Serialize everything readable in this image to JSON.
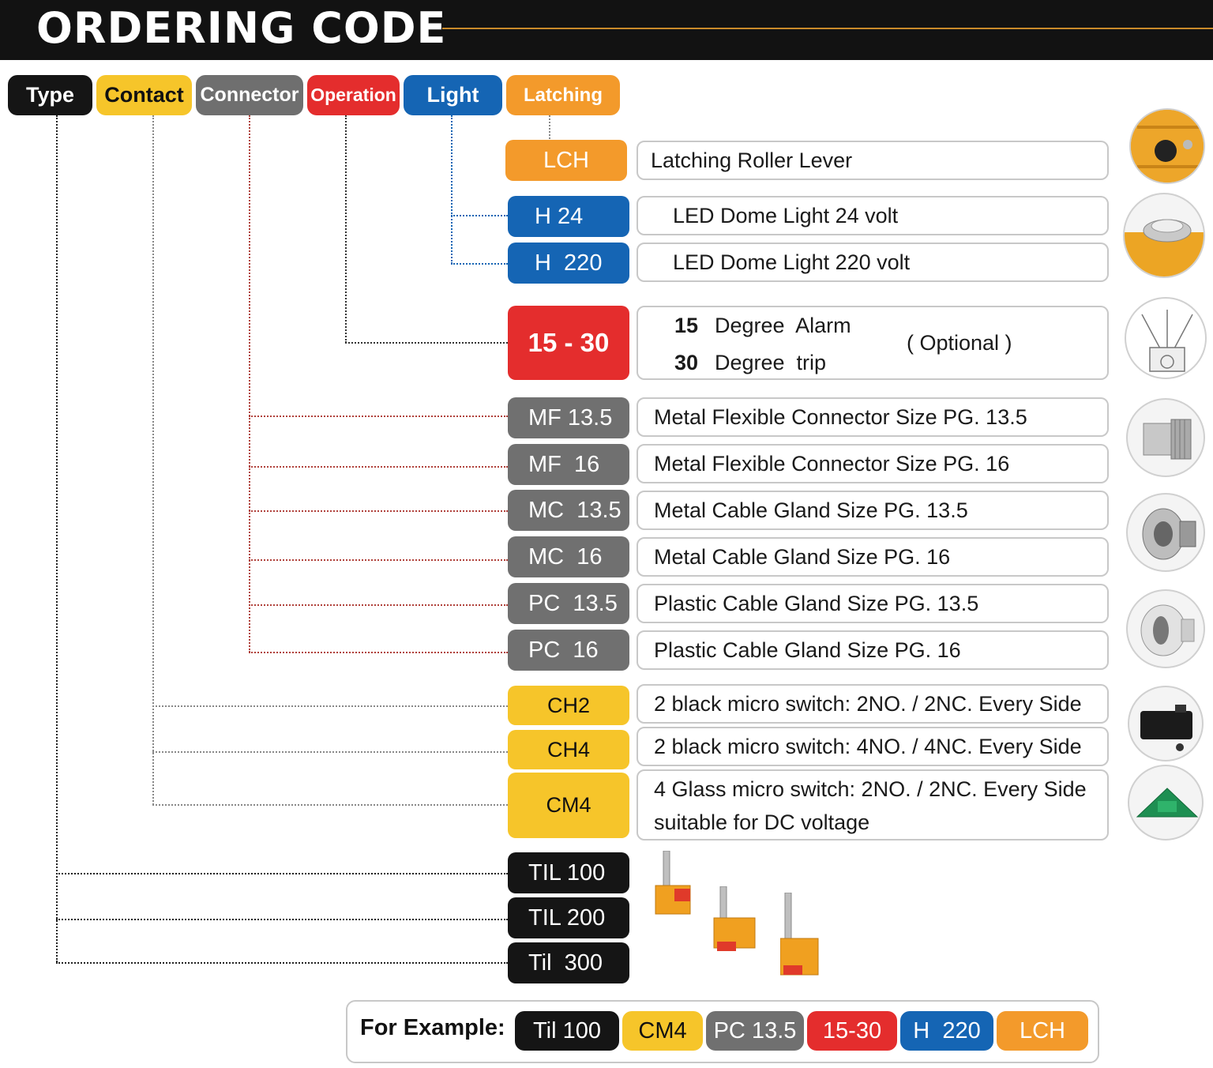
{
  "header": {
    "title": "ORDERING CODE"
  },
  "tabs": [
    {
      "label": "Type",
      "color": "#151515"
    },
    {
      "label": "Contact",
      "color": "#f6c52a"
    },
    {
      "label": "Connector",
      "color": "#6f6f6f"
    },
    {
      "label": "Operation",
      "color": "#e42d2d"
    },
    {
      "label": "Light",
      "color": "#1565b4"
    },
    {
      "label": "Latching",
      "color": "#f39a2b"
    }
  ],
  "rows": {
    "lch": {
      "code": "LCH",
      "desc": "Latching Roller Lever"
    },
    "h24": {
      "code": "H 24",
      "desc": "LED Dome Light 24 volt"
    },
    "h220": {
      "code": "H  220",
      "desc": "LED Dome Light 220 volt"
    },
    "op": {
      "code": "15 - 30",
      "line1_num": "15",
      "line1_text": "Degree  Alarm",
      "line2_num": "30",
      "line2_text": "Degree  trip",
      "note": "( Optional )"
    },
    "mf135": {
      "code": "MF 13.5",
      "desc": "Metal Flexible Connector Size PG. 13.5"
    },
    "mf16": {
      "code": "MF  16",
      "desc": "Metal Flexible Connector Size PG. 16"
    },
    "mc135": {
      "code": "MC  13.5",
      "desc": "Metal Cable Gland Size PG. 13.5"
    },
    "mc16": {
      "code": "MC  16",
      "desc": "Metal Cable Gland Size PG. 16"
    },
    "pc135": {
      "code": "PC  13.5",
      "desc": "Plastic Cable Gland Size PG. 13.5"
    },
    "pc16": {
      "code": "PC  16",
      "desc": "Plastic Cable Gland Size PG. 16"
    },
    "ch2": {
      "code": "CH2",
      "desc": "2 black micro switch: 2NO. / 2NC. Every Side"
    },
    "ch4": {
      "code": "CH4",
      "desc": "2 black micro switch: 4NO. / 4NC. Every Side"
    },
    "cm4": {
      "code": "CM4",
      "desc_line1": "4 Glass micro switch: 2NO. / 2NC. Every Side",
      "desc_line2": "suitable for DC voltage"
    },
    "til100": {
      "code": "TIL 100"
    },
    "til200": {
      "code": "TIL 200"
    },
    "til300": {
      "code": "Til  300"
    }
  },
  "example": {
    "label": "For Example:",
    "codes": [
      "Til 100",
      "CM4",
      "PC 13.5",
      "15-30",
      "H  220",
      "LCH"
    ]
  }
}
